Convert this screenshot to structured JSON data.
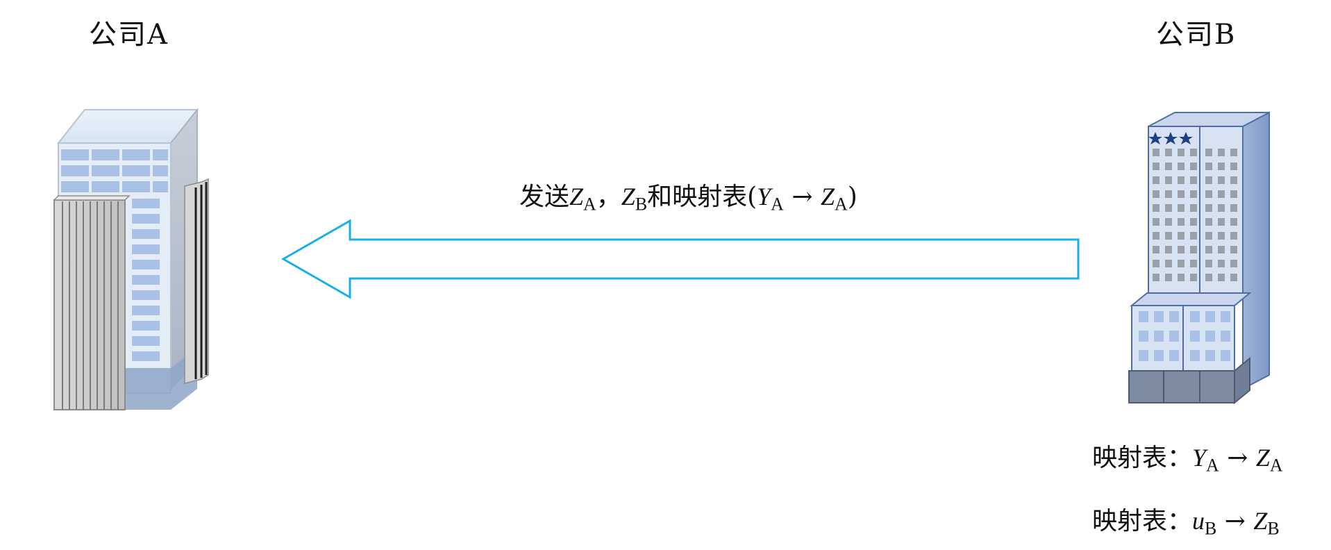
{
  "company_a": {
    "title": "公司A",
    "icon": "office-building-icon"
  },
  "company_b": {
    "title": "公司B",
    "icon": "office-tower-icon"
  },
  "arrow": {
    "label_prefix": "发送",
    "z_a_var": "Z",
    "z_a_sub": "A",
    "comma": "，",
    "z_b_var": "Z",
    "z_b_sub": "B",
    "and_text": "和映射表(",
    "y_var": "Y",
    "y_sub": "A",
    "arrow_symbol": " → ",
    "z_var": "Z",
    "z_sub": "A",
    "close_paren": ")",
    "color": "#1ab0e6",
    "direction": "left"
  },
  "mapping_1": {
    "label": "映射表：",
    "from_var": "Y",
    "from_sub": "A",
    "arrow_symbol": " → ",
    "to_var": "Z",
    "to_sub": "A"
  },
  "mapping_2": {
    "label": "映射表：",
    "from_var": "u",
    "from_sub": "B",
    "arrow_symbol": " → ",
    "to_var": "Z",
    "to_sub": "B"
  }
}
